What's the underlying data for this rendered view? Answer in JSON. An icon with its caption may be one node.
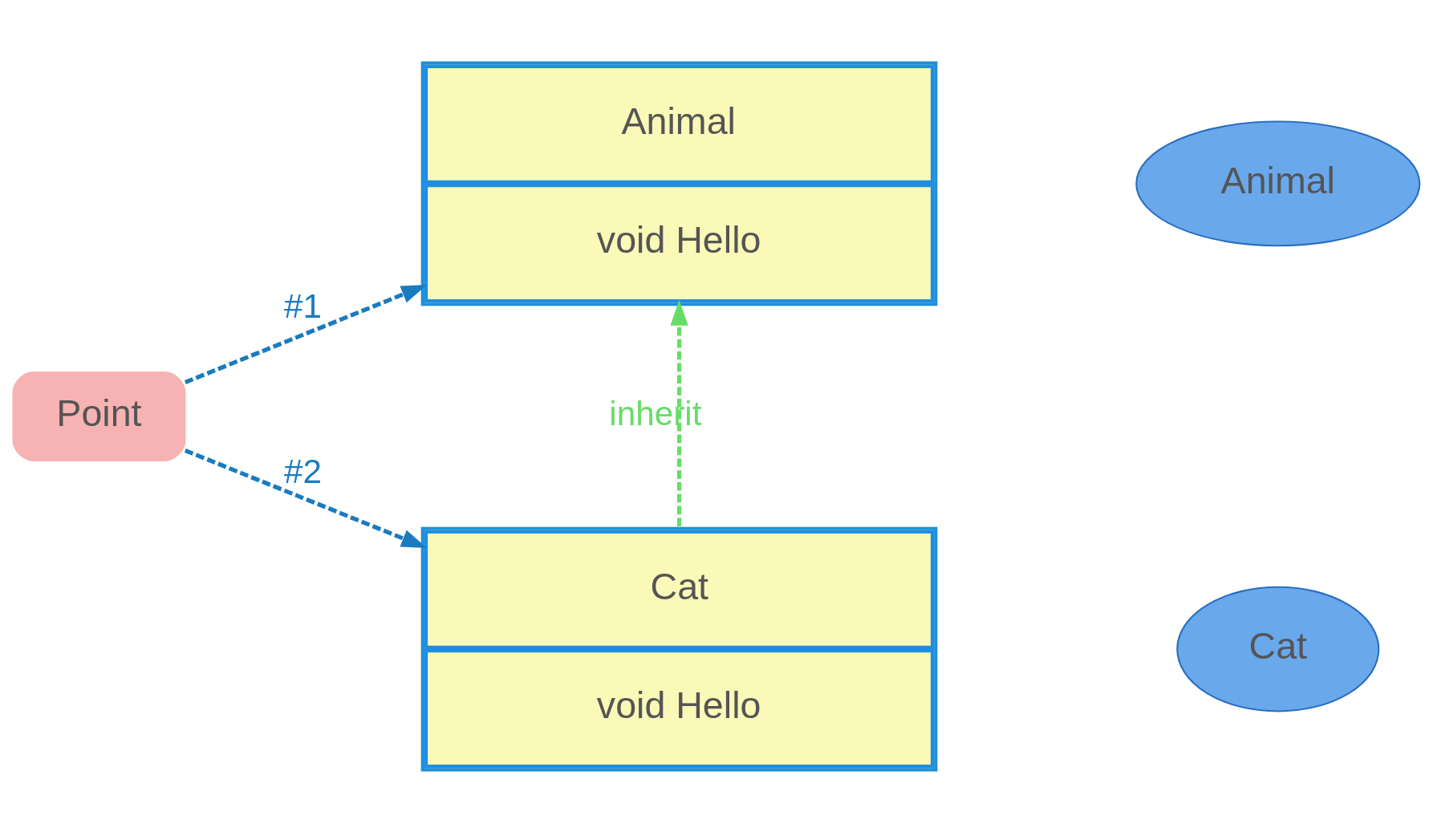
{
  "diagram": {
    "nodes": [
      {
        "text": [
          "Point"
        ]
      },
      {
        "text": [
          "Animal",
          "void Hello"
        ]
      },
      {
        "text": [
          "Cat",
          "void Hello"
        ]
      },
      {
        "text": [
          "Animal"
        ]
      },
      {
        "text": [
          "Cat"
        ]
      }
    ],
    "edges": [
      {
        "from": 0,
        "to": 1,
        "arrow": "to",
        "label": "#1",
        "style": "dashed"
      },
      {
        "from": 0,
        "to": 2,
        "arrow": "to",
        "label": "#2",
        "style": "dashed"
      },
      {
        "from": 2,
        "to": 1,
        "arrow": "to",
        "label": "inherit",
        "style": "dashed",
        "color": "#66dd66"
      }
    ]
  }
}
